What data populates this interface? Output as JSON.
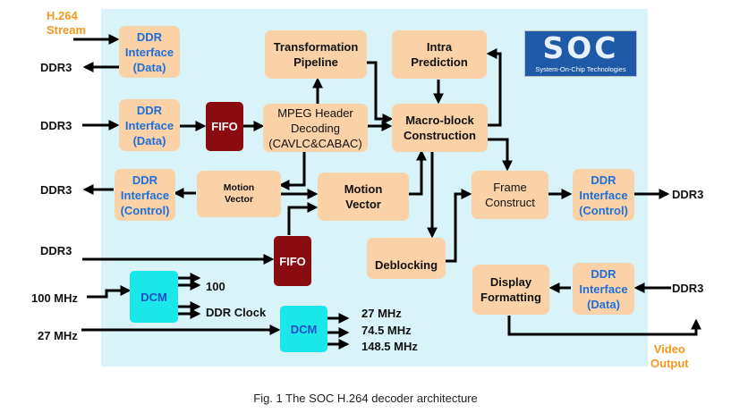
{
  "labels": {
    "stream": "H.264\nStream",
    "ddr3": "DDR3",
    "clk100": "100 MHz",
    "clk27": "27 MHz",
    "out_100": "100",
    "out_ddr_clock": "DDR  Clock",
    "out_27": "27 MHz",
    "out_745": "74.5 MHz",
    "out_1485": "148.5 MHz",
    "video_output": "Video\nOutput"
  },
  "blocks": {
    "ddr_data_1": "DDR\nInterface\n(Data)",
    "ddr_data_2": "DDR\nInterface\n(Data)",
    "ddr_control_1": "DDR\nInterface\n(Control)",
    "ddr_control_2": "DDR\nInterface\n(Control)",
    "ddr_data_3": "DDR\nInterface\n(Data)",
    "fifo_1": "FIFO",
    "fifo_2": "FIFO",
    "transformation": "Transformation\nPipeline",
    "intra": "Intra\nPrediction",
    "mpeg_header": "MPEG Header\nDecoding\n(CAVLC&CABAC)",
    "macroblock": "Macro-block\nConstruction",
    "mv_small": "Motion\nVector",
    "mv_large": "Motion\nVector",
    "frame": "Frame\nConstruct",
    "deblocking": "Deblocking",
    "display": "Display\nFormatting",
    "dcm_1": "DCM",
    "dcm_2": "DCM"
  },
  "logo": {
    "title": "SOC",
    "subtitle": "System-On-Chip Technologies"
  },
  "caption": "Fig. 1 The SOC H.264 decoder architecture",
  "colors": {
    "background": "#d9f4f8",
    "block": "#fbd2a7",
    "fifo": "#8b0c10",
    "dcm": "#19e7ea",
    "interface_text": "#1f6fd8",
    "orange_text": "#f39720"
  }
}
